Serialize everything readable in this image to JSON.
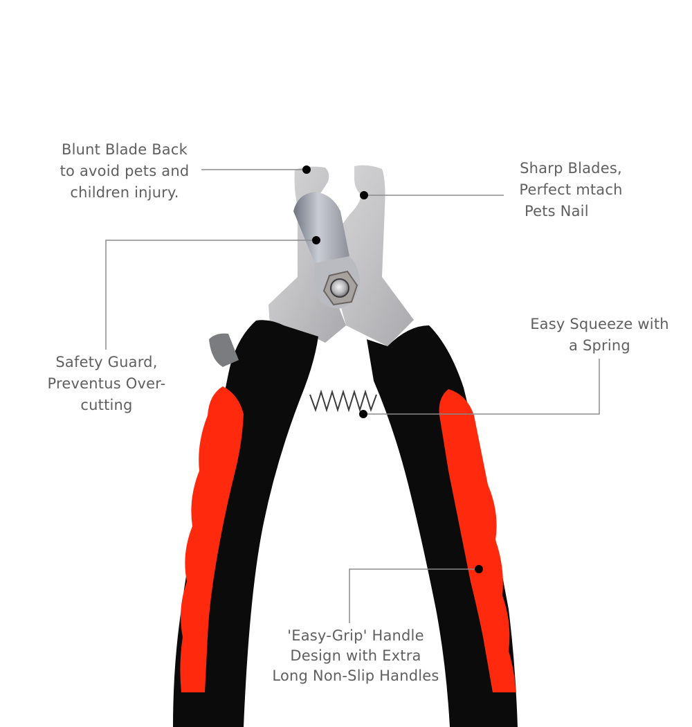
{
  "image": {
    "subject": "Pet nail clipper",
    "colors": {
      "background": "#ffffff",
      "handle_black": "#0b0b0b",
      "handle_red": "#ff2a0d",
      "blade_steel": "#c9c7c8",
      "guard_steel": "#9ea0a6",
      "leader_line": "#8a8a8a",
      "dot": "#000000",
      "label_text": "#5f5f5f"
    }
  },
  "callouts": [
    {
      "id": "blunt-blade-back",
      "lines": [
        "Blunt Blade Back",
        "to avoid pets and",
        "children injury."
      ]
    },
    {
      "id": "sharp-blades",
      "lines": [
        "Sharp Blades,",
        "Perfect mtach",
        "Pets Nail"
      ]
    },
    {
      "id": "safety-guard",
      "lines": [
        "Safety Guard,",
        "Preventus Over-",
        "cutting"
      ]
    },
    {
      "id": "easy-squeeze",
      "lines": [
        "Easy Squeeze with",
        "a Spring"
      ]
    },
    {
      "id": "easy-grip",
      "lines": [
        "'Easy-Grip' Handle",
        "Design with Extra",
        "Long Non-Slip Handles"
      ]
    }
  ]
}
